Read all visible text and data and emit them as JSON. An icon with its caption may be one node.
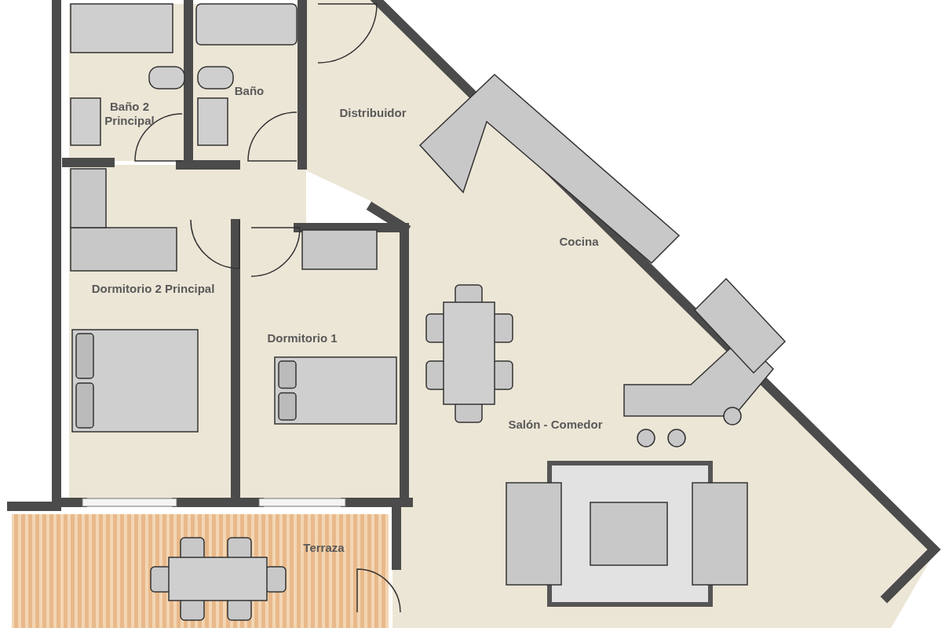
{
  "diagram": {
    "nodes": [
      {
        "text": [
          "Baño 2 Principal"
        ]
      },
      {
        "text": [
          "Baño"
        ]
      },
      {
        "text": [
          "Distribuidor"
        ]
      },
      {
        "text": [
          "Cocina"
        ]
      },
      {
        "text": [
          "Dormitorio 2 Principal"
        ]
      },
      {
        "text": [
          "Dormitorio 1"
        ]
      },
      {
        "text": [
          "Salón - Comedor"
        ]
      },
      {
        "text": [
          "Terraza"
        ]
      }
    ]
  }
}
